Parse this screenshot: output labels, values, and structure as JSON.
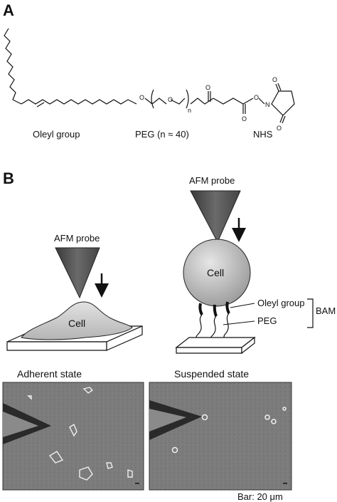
{
  "panel_a": {
    "letter": "A",
    "labels": {
      "oleyl": "Oleyl group",
      "peg": "PEG (n ≈ 40)",
      "nhs": "NHS"
    },
    "atoms": {
      "o_ether": "O",
      "o_chain": "O",
      "n_subscript": "n",
      "o_ketone": "O",
      "o_ester": "O",
      "o_carbonyl": "O",
      "n_imide": "N",
      "o_imide_top": "O",
      "o_imide_bottom": "O"
    }
  },
  "panel_b": {
    "letter": "B",
    "left_schematic": {
      "probe_label": "AFM probe",
      "cell_label": "Cell"
    },
    "right_schematic": {
      "probe_label": "AFM probe",
      "cell_label": "Cell",
      "oleyl_label": "Oleyl group",
      "peg_label": "PEG",
      "bracket_label": "BAM"
    },
    "micrographs": {
      "adherent_title": "Adherent state",
      "suspended_title": "Suspended state",
      "scale_bar_label": "Bar: 20 μm"
    }
  },
  "colors": {
    "probe": "#555555",
    "cell_fill": "#c8c8c8",
    "micrograph_bg": "#7a7a7a",
    "line": "#111111"
  }
}
